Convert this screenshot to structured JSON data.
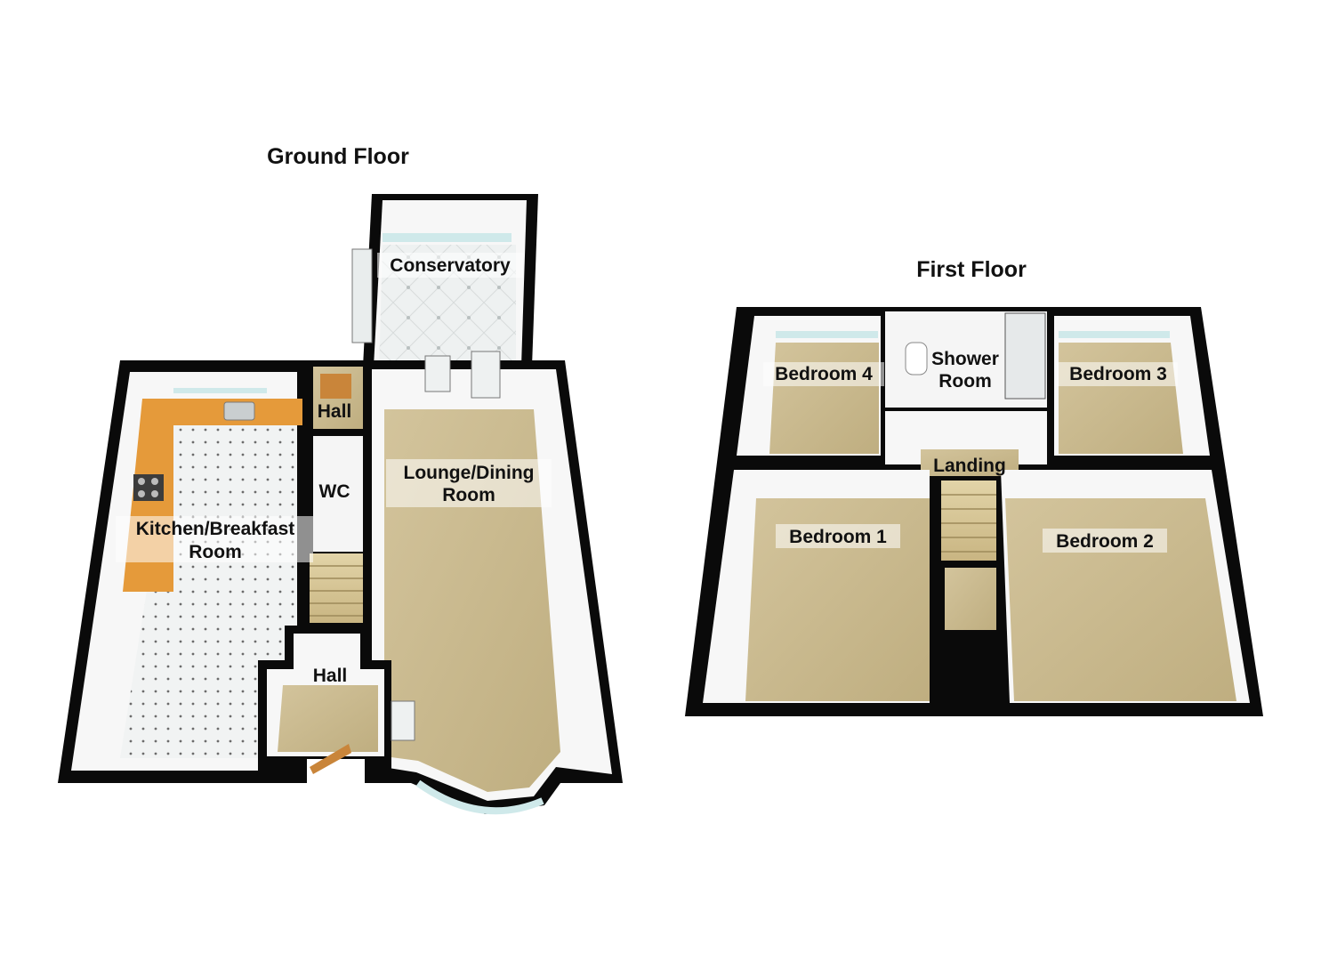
{
  "ground_floor": {
    "title": "Ground Floor",
    "rooms": {
      "conservatory": "Conservatory",
      "hall_upper": "Hall",
      "wc": "WC",
      "kitchen_line1": "Kitchen/Breakfast",
      "kitchen_line2": "Room",
      "lounge_line1": "Lounge/Dining",
      "lounge_line2": "Room",
      "hall_lower": "Hall"
    }
  },
  "first_floor": {
    "title": "First Floor",
    "rooms": {
      "bedroom4": "Bedroom 4",
      "shower_line1": "Shower",
      "shower_line2": "Room",
      "bedroom3": "Bedroom 3",
      "landing": "Landing",
      "bedroom1": "Bedroom 1",
      "bedroom2": "Bedroom 2"
    }
  },
  "colors": {
    "wall": "#0a0a0a",
    "carpet": "#c9b98f",
    "tile": "#f1f3f3",
    "worktop": "#e59a3a",
    "wall_face": "#f7f7f7",
    "glass": "#cfe9ea"
  }
}
